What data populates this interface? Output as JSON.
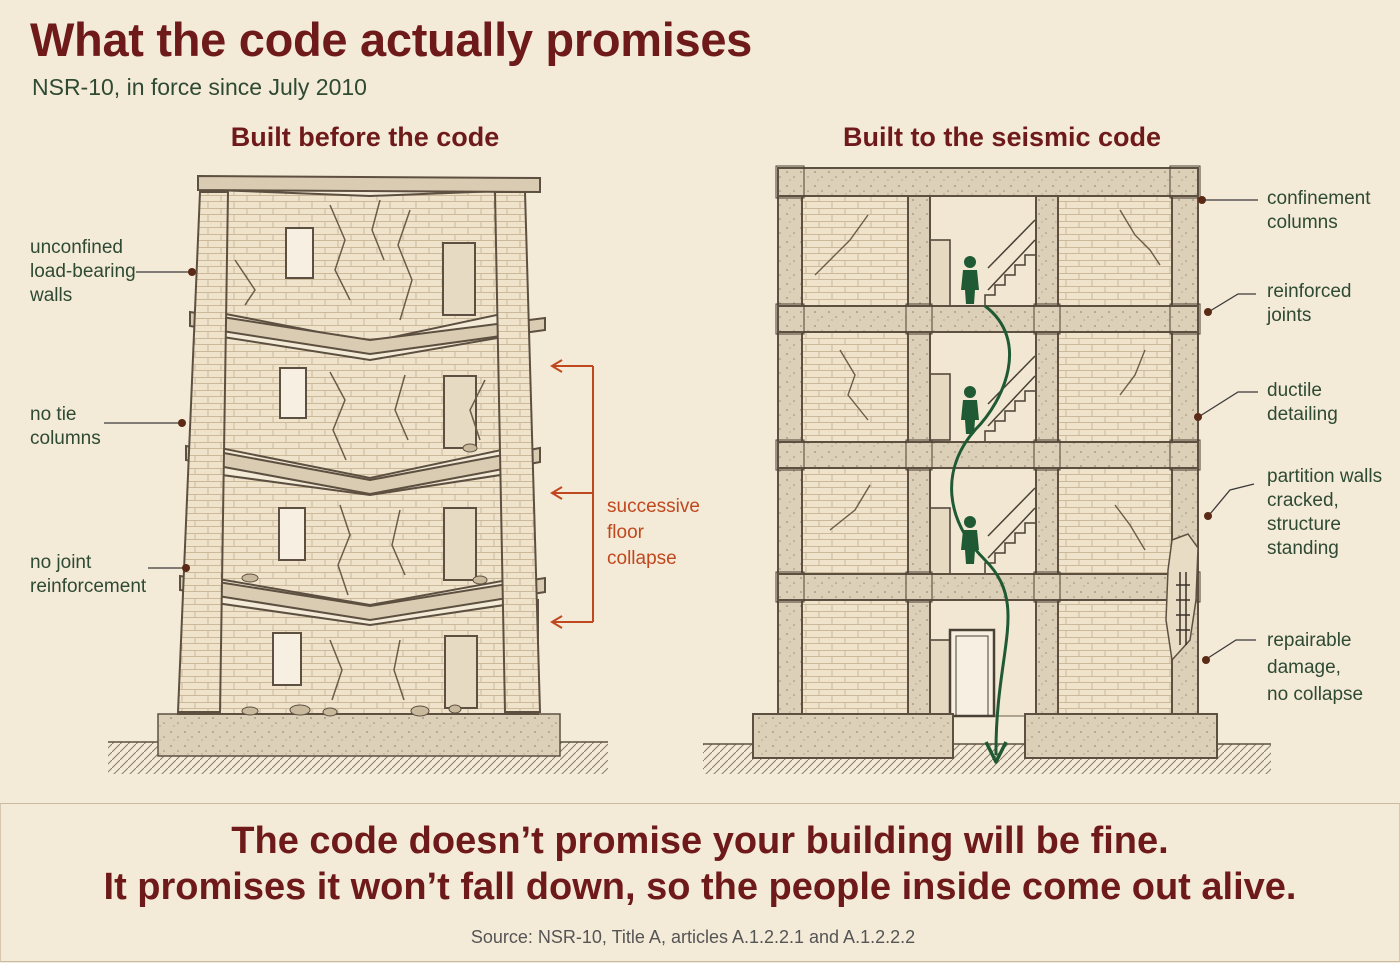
{
  "title": "What the code actually promises",
  "subtitle": "NSR-10, in force since July 2010",
  "panels": {
    "left": {
      "heading": "Built before the code",
      "callouts": {
        "walls": "unconfined\nload-bearing\nwalls",
        "tie": "no tie\ncolumns",
        "joint": "no joint\nreinforcement",
        "collapse": "successive\nfloor\ncollapse"
      }
    },
    "right": {
      "heading": "Built to the seismic code",
      "callouts": {
        "confinement": "confinement\ncolumns",
        "joints": "reinforced\njoints",
        "ductile": "ductile\ndetailing",
        "partition": "partition walls\ncracked,\nstructure\nstanding",
        "repairable": "repairable\ndamage,\nno collapse"
      }
    }
  },
  "footer": {
    "line1": "The code doesn’t promise your building will be fine.",
    "line2": "It promises it won’t fall down, so the people inside come out alive.",
    "source": "Source: NSR-10, Title A, articles A.1.2.2.1 and A.1.2.2.2"
  },
  "colors": {
    "title": "#6e1a1a",
    "subtitle": "#2e4a33",
    "warning": "#c0481e",
    "evacuation": "#1f5a34",
    "background": "#f4ead8"
  },
  "icons": [
    "person-icon",
    "arrow-down-icon"
  ]
}
